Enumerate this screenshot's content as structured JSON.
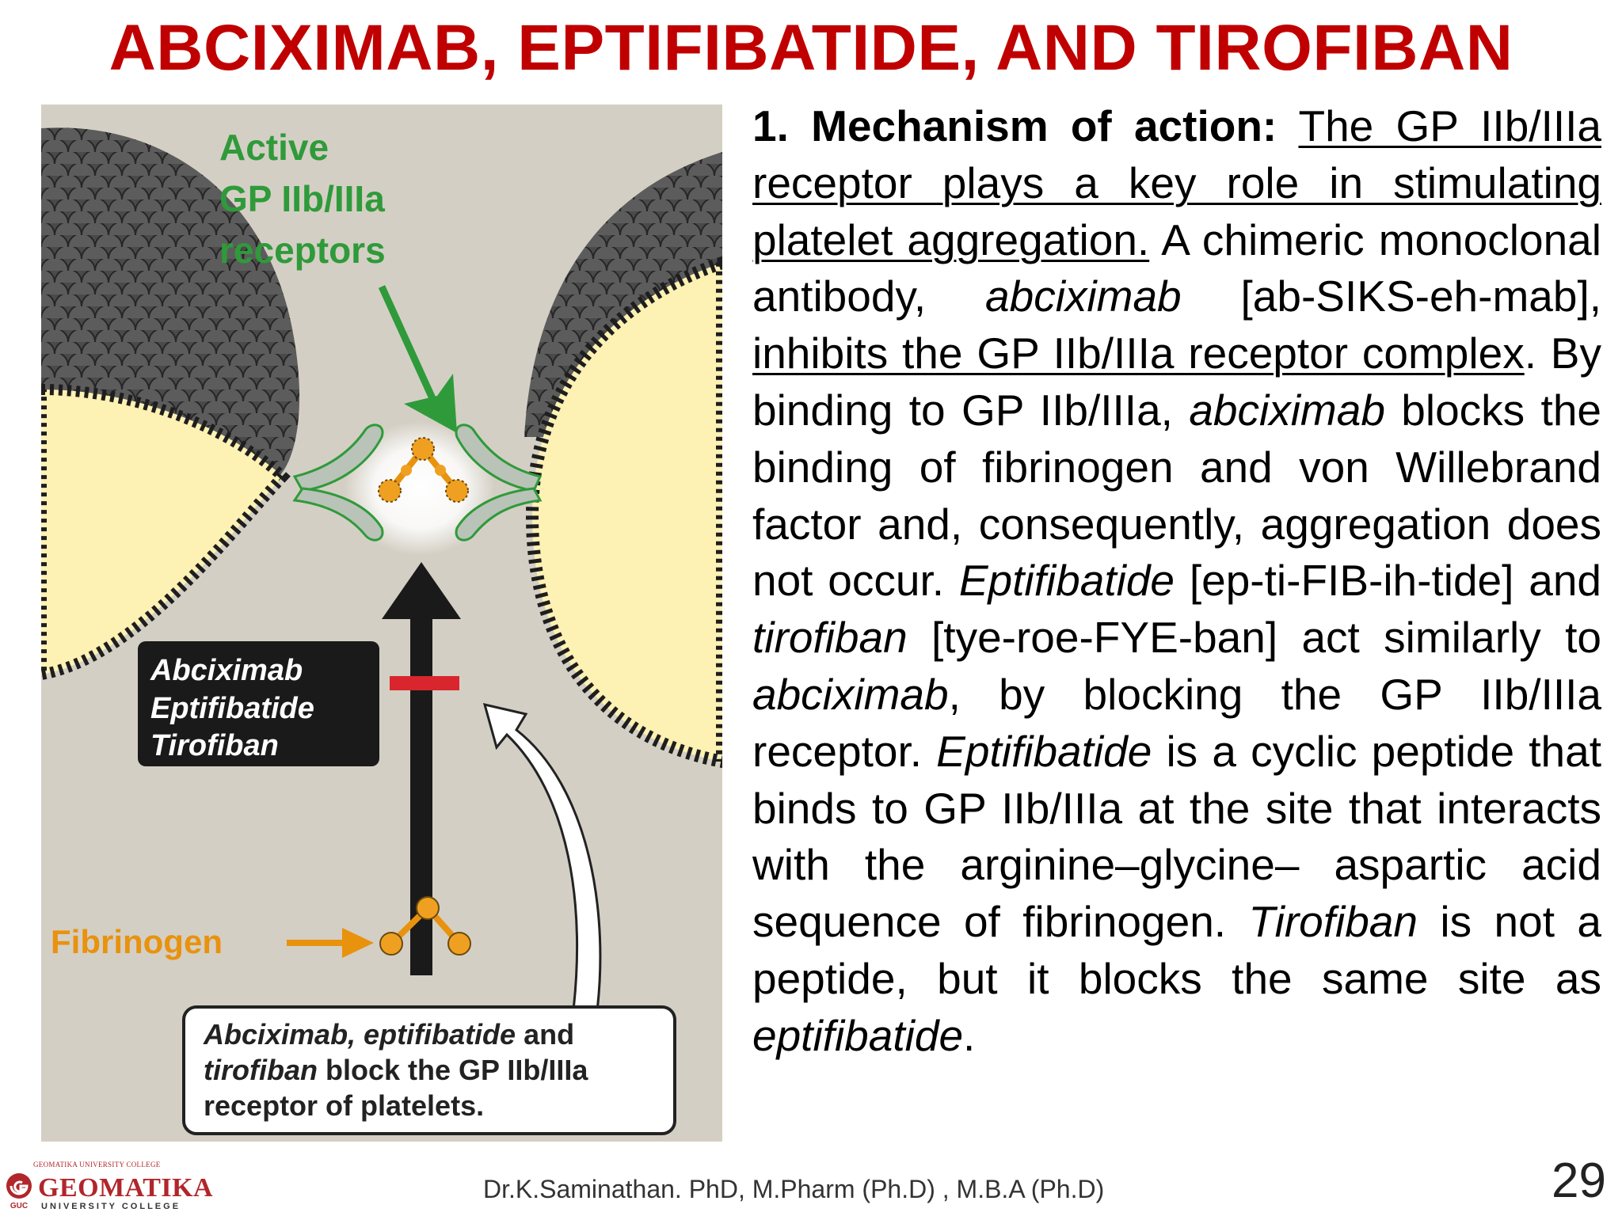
{
  "slide": {
    "title": "ABCIXIMAB, EPTIFIBATIDE, AND TIROFIBAN",
    "page_number": "29",
    "footer_author": "Dr.K.Saminathan. PhD, M.Pharm (Ph.D) , M.B.A (Ph.D)"
  },
  "logo": {
    "top_line": "GEOMATIKA UNIVERSITY COLLEGE",
    "name": "GEOMATIKA",
    "sub": "UNIVERSITY COLLEGE",
    "mark_text": "GUC"
  },
  "figure": {
    "active_label_1": "Active",
    "active_label_2": "GP IIb/IIIa",
    "active_label_3": "receptors",
    "drug_1": "Abciximab",
    "drug_2": "Eptifibatide",
    "drug_3": "Tirofiban",
    "fibrinogen_label": "Fibrinogen",
    "caption_1a": "Abciximab, eptifibatide",
    "caption_1b": " and",
    "caption_2a": "tirofiban",
    "caption_2b": " block the GP IIb/IIIa",
    "caption_3": "receptor of platelets.",
    "colors": {
      "green": "#2f9a3a",
      "orange": "#f0a020",
      "red": "#d9262e",
      "tan": "#d4cfc4",
      "cell": "#fdf1b3"
    }
  },
  "body": {
    "heading": "1. Mechanism of action:",
    "s1_underlined": "The GP IIb/IIIa receptor plays a key role in stimulating platelet aggregation.",
    "s2a": " A chimeric monoclonal antibody, ",
    "s2_drug": "abciximab",
    "s2b": " [ab-SIKS-eh-mab], ",
    "s2_underlined": "inhibits the GP IIb/IIIa receptor complex",
    "s2c": ". By binding to GP IIb/IIIa, ",
    "s3_drug": "abciximab",
    "s3a": " blocks the binding of fibrinogen and von Willebrand factor and, consequently, aggregation does not occur. ",
    "s4_drug": "Eptifibatide",
    "s4a": " [ep-ti-FIB-ih-tide] and ",
    "s4_drug2": "tirofiban",
    "s4b": " [tye-roe-FYE-ban] act similarly to ",
    "s4_drug3": "abciximab",
    "s4c": ", by blocking the GP IIb/IIIa receptor. ",
    "s5_drug": "Eptifibatide",
    "s5a": " is a cyclic peptide that binds to GP IIb/IIIa at the site that interacts with the arginine–glycine– aspartic acid sequence of fibrinogen. ",
    "s6_drug": "Tirofiban",
    "s6a": " is not a peptide, but it blocks the same site as ",
    "s6_drug2": "eptifibatide",
    "s6b": "."
  }
}
